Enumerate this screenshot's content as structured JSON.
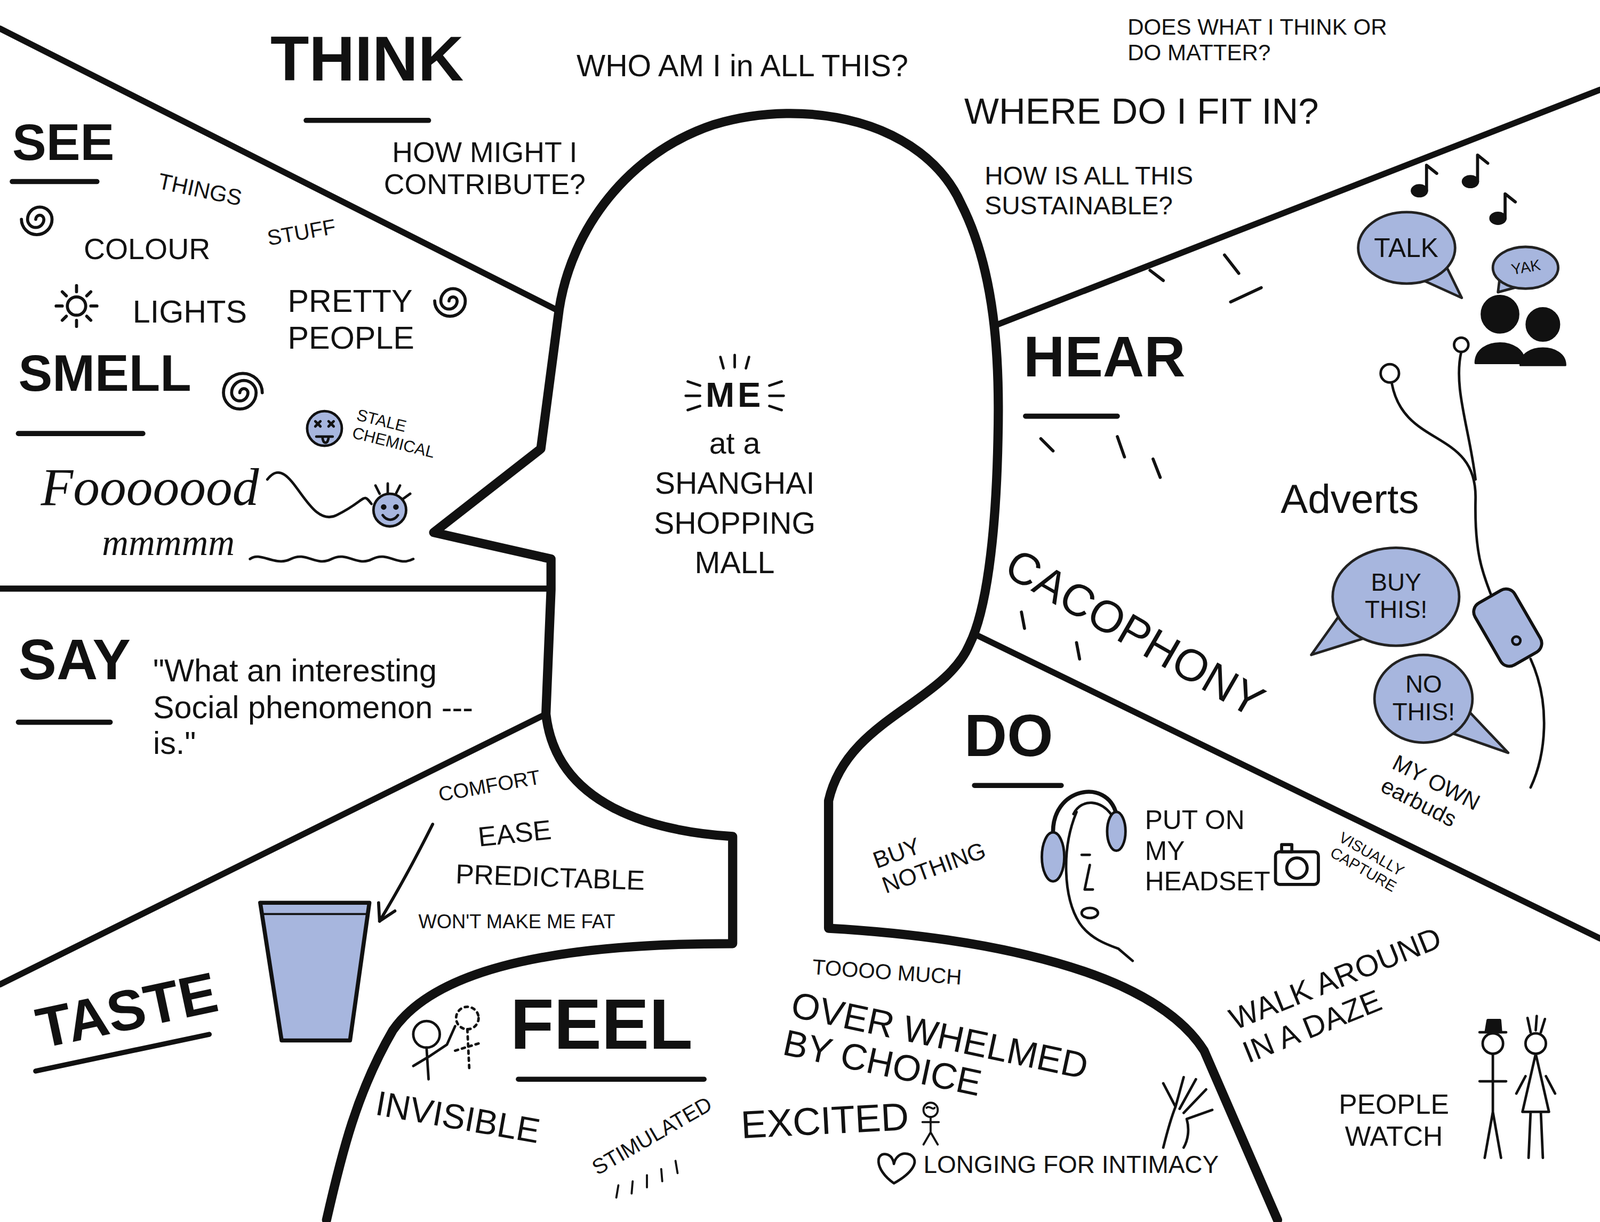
{
  "diagram": {
    "nodes": [
      {
        "text": [
          "ME",
          "at a SHANGHAI SHOPPING MALL"
        ]
      },
      {
        "text": [
          "TALK"
        ]
      },
      {
        "text": [
          "YAK"
        ]
      },
      {
        "text": [
          "BUY THIS!"
        ]
      },
      {
        "text": [
          "NO THIS!"
        ]
      }
    ],
    "labels": [
      "THINK",
      "WHO AM I in ALL THIS?",
      "DOES WHAT I THINK OR DO MATTER?",
      "WHERE DO I FIT IN?",
      "HOW MIGHT I CONTRIBUTE?",
      "HOW IS ALL THIS SUSTAINABLE?",
      "SEE",
      "THINGS",
      "COLOUR",
      "STUFF",
      "LIGHTS",
      "PRETTY PEOPLE",
      "SMELL",
      "STALE CHEMICAL",
      "Fooooood",
      "mmmmm",
      "HEAR",
      "CACOPHONY",
      "Adverts",
      "SAY",
      "\"What an interesting Social phenomenon --- is.\"",
      "DO",
      "BUY NOTHING",
      "PUT ON MY HEADSET",
      "VISUALLY CAPTURE",
      "MY OWN earbuds",
      "TASTE",
      "COMFORT",
      "EASE",
      "PREDICTABLE",
      "WON'T MAKE ME FAT",
      "FEEL",
      "INVISIBLE",
      "STIMULATED",
      "EXCITED",
      "TOOOO MUCH",
      "OVER WHELMED BY CHOICE",
      "LONGING FOR INTIMACY",
      "WALK AROUND IN A DAZE",
      "PEOPLE WATCH"
    ]
  }
}
